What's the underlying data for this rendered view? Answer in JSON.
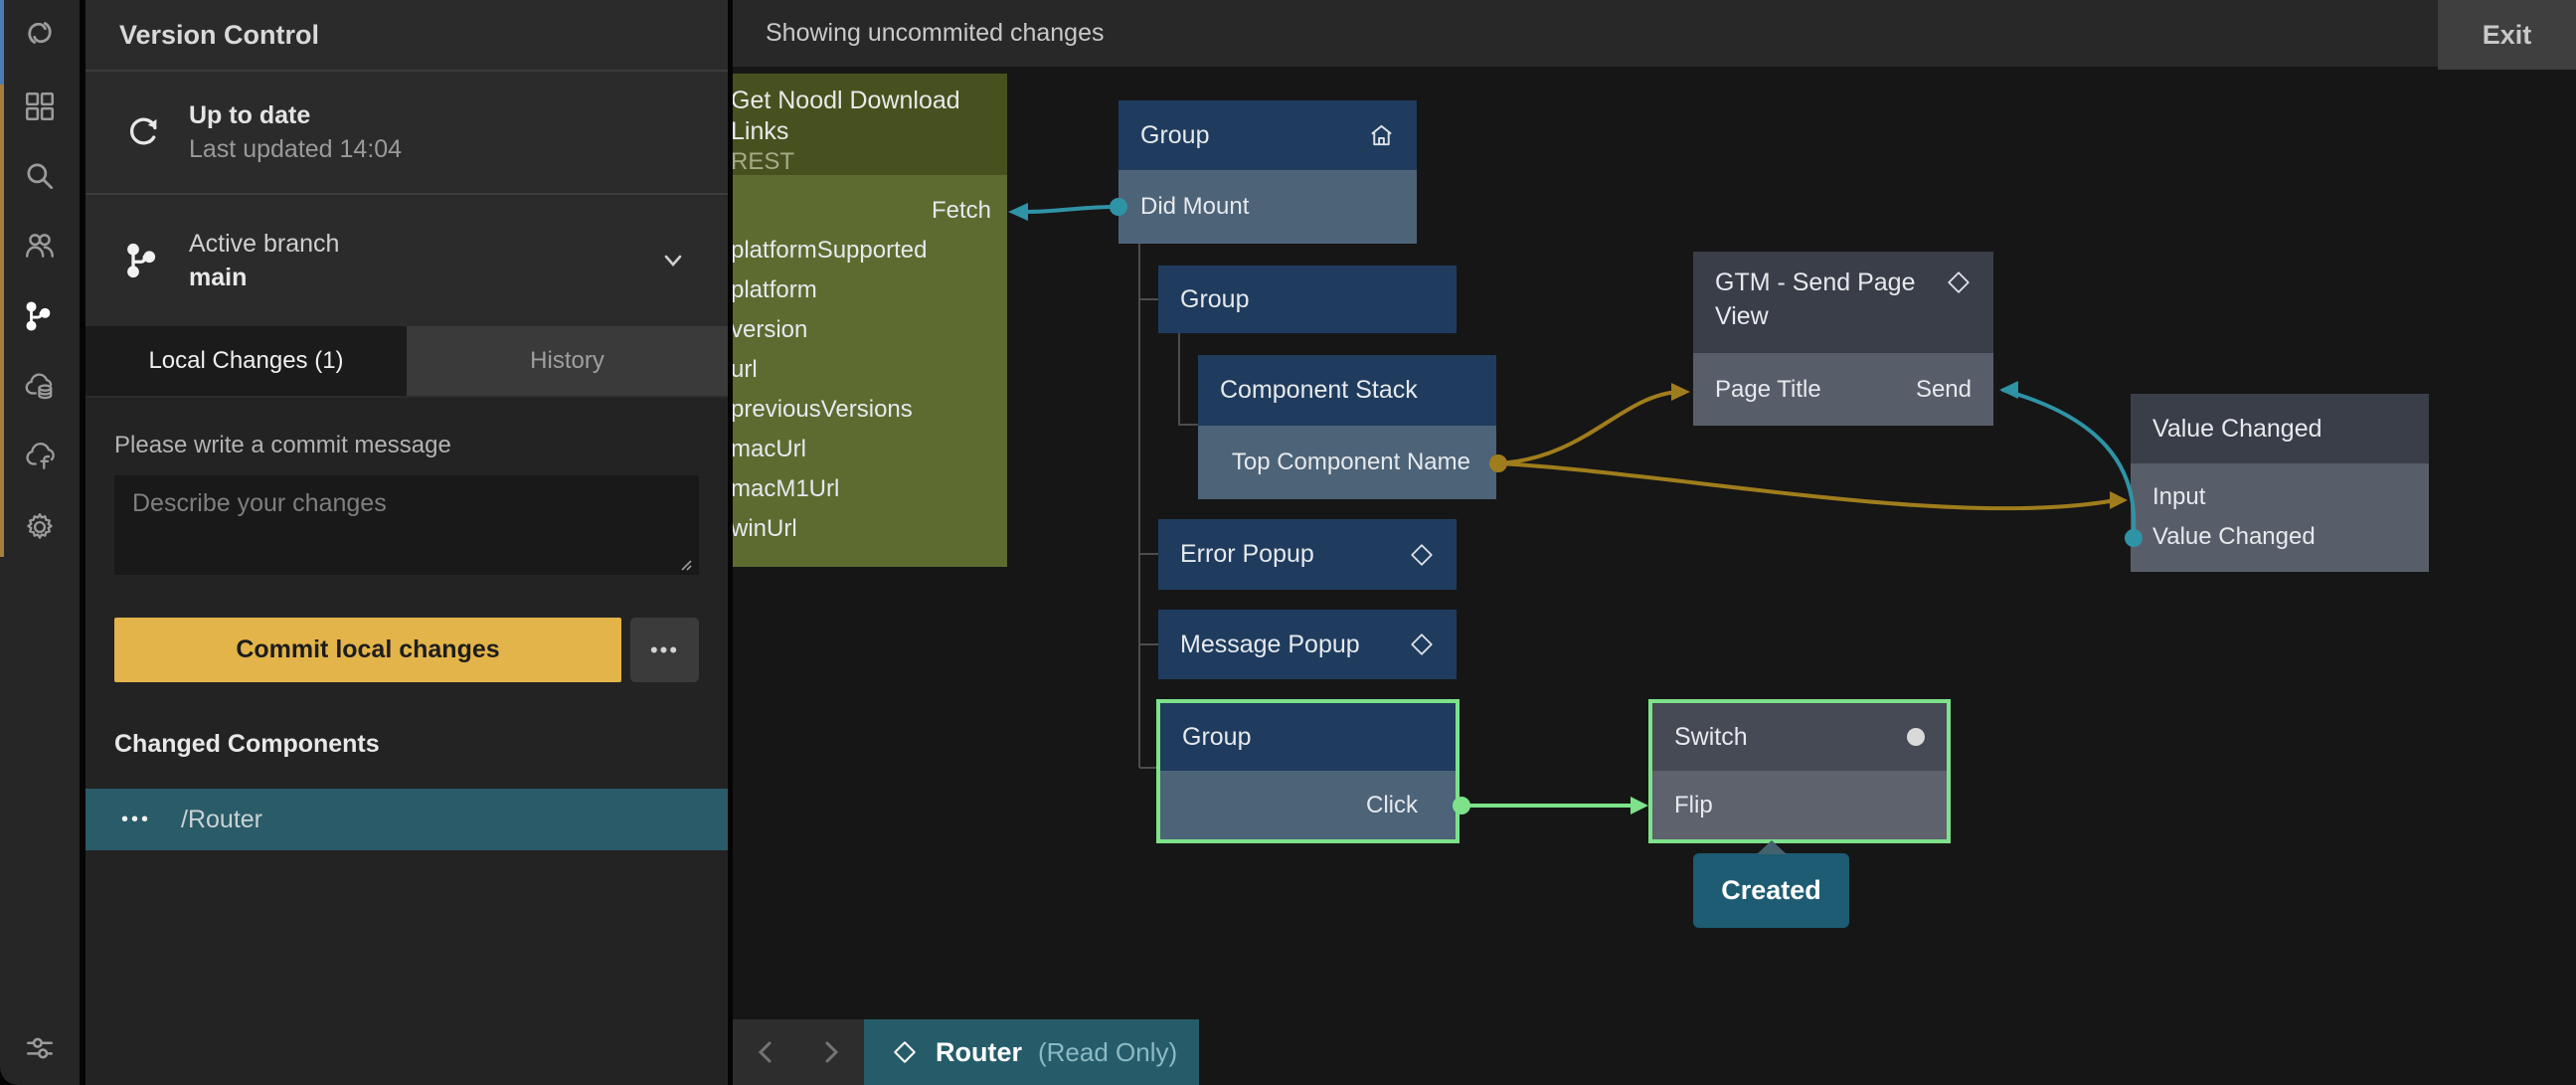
{
  "colors": {
    "accent_yellow": "#e3b44a",
    "wire_teal": "#2f93a6",
    "wire_orange": "#a07d1c",
    "wire_green": "#7de28a",
    "node_blue": "#1f3c5e",
    "node_olive": "#47511f",
    "node_grey": "#3a3e48",
    "badge_teal": "#1d5c72",
    "selected_row_teal": "#2a5b68"
  },
  "sidebar": {
    "icons": [
      {
        "name": "noodl-logo-icon"
      },
      {
        "name": "components-grid-icon"
      },
      {
        "name": "search-icon"
      },
      {
        "name": "collaboration-icon"
      },
      {
        "name": "version-control-icon",
        "active": true
      },
      {
        "name": "cloud-services-icon"
      },
      {
        "name": "cloud-functions-icon"
      },
      {
        "name": "settings-gear-icon"
      },
      {
        "name": "editor-preferences-icon"
      }
    ]
  },
  "panel": {
    "title": "Version Control",
    "sync": {
      "status": "Up to date",
      "last_updated": "Last updated 14:04"
    },
    "branch": {
      "label": "Active branch",
      "name": "main"
    },
    "tabs": {
      "local": "Local Changes (1)",
      "history": "History"
    },
    "commit": {
      "prompt": "Please write a commit message",
      "placeholder": "Describe your changes",
      "button_label": "Commit local changes",
      "more_label": "•••"
    },
    "changed_components": {
      "heading": "Changed Components",
      "items": [
        {
          "prefix": "•••",
          "name": "/Router"
        }
      ]
    }
  },
  "topbar": {
    "status": "Showing uncommited changes",
    "exit_label": "Exit"
  },
  "canvas": {
    "nodes": {
      "rest": {
        "title": "Get Noodl Download Links",
        "subtitle": "REST",
        "input": "Fetch",
        "outputs": [
          "platformSupported",
          "platform",
          "version",
          "url",
          "previousVersions",
          "macUrl",
          "macM1Url",
          "winUrl"
        ]
      },
      "group_root": {
        "title": "Group",
        "port": "Did Mount"
      },
      "group_child": {
        "title": "Group"
      },
      "component_stack": {
        "title": "Component Stack",
        "port": "Top Component Name"
      },
      "gtm": {
        "title": "GTM - Send Page View",
        "input": "Page Title",
        "signal": "Send"
      },
      "value_changed": {
        "title": "Value Changed",
        "input": "Input",
        "output": "Value Changed"
      },
      "error_popup": {
        "title": "Error Popup"
      },
      "message_popup": {
        "title": "Message Popup"
      },
      "group_selected": {
        "title": "Group",
        "port": "Click"
      },
      "switch": {
        "title": "Switch",
        "port": "Flip"
      },
      "created_badge": {
        "label": "Created"
      }
    }
  },
  "bottombar": {
    "component_tab": {
      "name": "Router",
      "readonly": "(Read Only)"
    }
  }
}
